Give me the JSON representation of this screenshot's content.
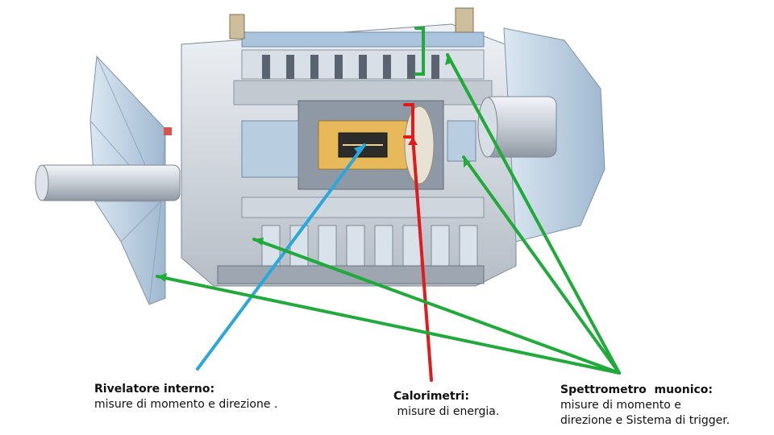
{
  "labels": {
    "inner_detector": {
      "title": "Rivelatore interno:",
      "description": "misure di momento e direzione ."
    },
    "calorimeters": {
      "title": "Calorimetri:",
      "description": " misure di energia."
    },
    "muon_spectrometer": {
      "title": "Spettrometro  muonico:",
      "description_line1": "misure di momento e",
      "description_line2": "direzione e Sistema di trigger."
    }
  },
  "colors": {
    "inner_detector_pointer": "#2aa7dc",
    "calorimeter_pointer": "#e01b1b",
    "muon_pointer": "#1faa3a",
    "detector_steel": "#c9cfd6",
    "detector_panels": "#a9c4dc",
    "calorimeter_core": "#e7b95b"
  }
}
